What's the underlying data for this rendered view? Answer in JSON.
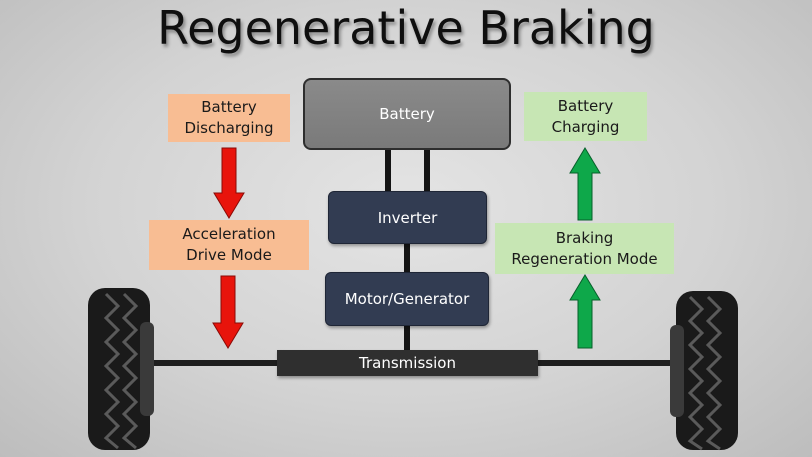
{
  "title": "Regenerative Braking",
  "components": {
    "battery": "Battery",
    "inverter": "Inverter",
    "motor": "Motor/Generator",
    "transmission": "Transmission"
  },
  "left_path": {
    "top_line1": "Battery",
    "top_line2": "Discharging",
    "mode_line1": "Acceleration",
    "mode_line2": "Drive Mode"
  },
  "right_path": {
    "top_line1": "Battery",
    "top_line2": "Charging",
    "mode_line1": "Braking",
    "mode_line2": "Regeneration Mode"
  },
  "colors": {
    "discharge_box": "#f8bd93",
    "charge_box": "#c7e6b4",
    "down_arrow": "#e8140c",
    "up_arrow": "#0ea84a",
    "component_box": "#323c52"
  },
  "icons": [
    "red-down-arrow",
    "green-up-arrow",
    "tire"
  ]
}
